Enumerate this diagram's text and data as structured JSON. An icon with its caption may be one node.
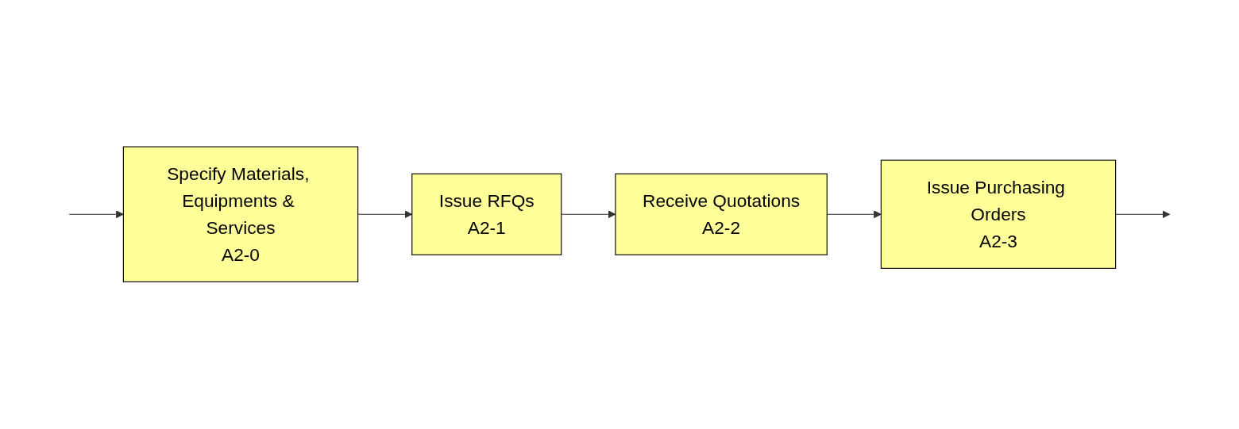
{
  "diagram": {
    "nodes": [
      {
        "text": [
          "Specify Materials, Equipments & Services",
          "A2-0"
        ]
      },
      {
        "text": [
          "Issue RFQs",
          "A2-1"
        ]
      },
      {
        "text": [
          "Receive Quotations",
          "A2-2"
        ]
      },
      {
        "text": [
          "Issue Purchasing Orders",
          "A2-3"
        ]
      }
    ],
    "edges": [
      {
        "from": null,
        "to": 0,
        "arrow": "to"
      },
      {
        "from": 0,
        "to": 1,
        "arrow": "to"
      },
      {
        "from": 1,
        "to": 2,
        "arrow": "to"
      },
      {
        "from": 2,
        "to": 3,
        "arrow": "to"
      },
      {
        "from": 3,
        "to": null,
        "arrow": "to"
      }
    ]
  }
}
